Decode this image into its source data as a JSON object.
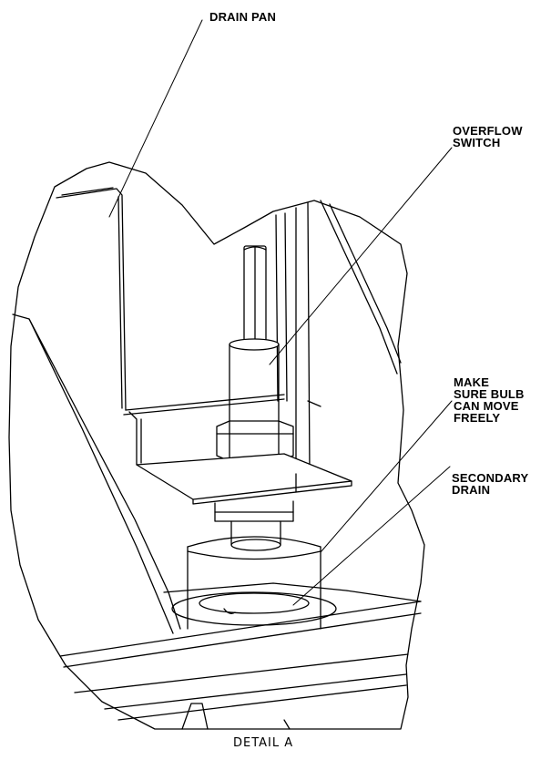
{
  "callouts": {
    "drain_pan": "DRAIN PAN",
    "overflow_switch": "OVERFLOW\nSWITCH",
    "make_sure": "MAKE\nSURE BULB\nCAN MOVE\nFREELY",
    "secondary_drain": "SECONDARY\nDRAIN"
  },
  "caption": "DETAIL   A"
}
